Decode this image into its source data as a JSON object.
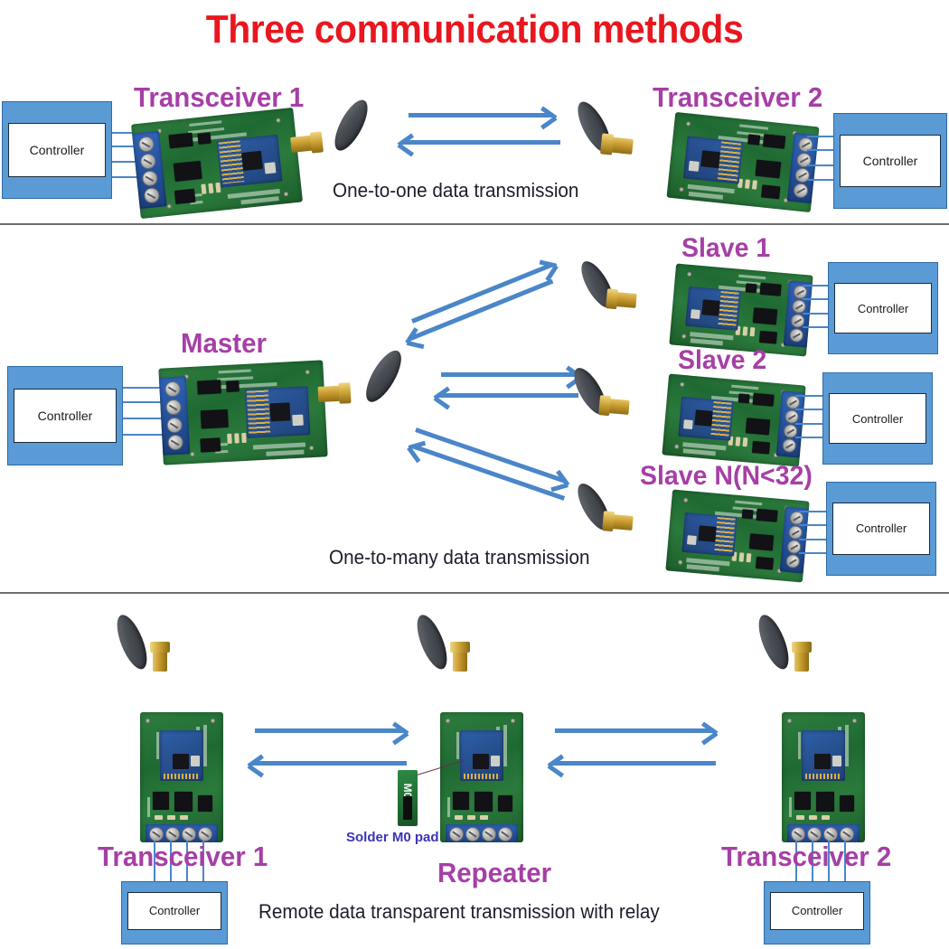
{
  "title": "Three communication methods",
  "colors": {
    "title_red": "#e8171f",
    "label_purple": "#a63fa6",
    "arrow_blue": "#4a86c8",
    "controller_blue": "#5b9bd5",
    "solder_label_blue": "#3b33b5",
    "caption_dark": "#1d1d2b",
    "divider_gray": "#6e6e6e"
  },
  "sections": [
    {
      "id": "one-to-one",
      "caption": "One-to-one data transmission",
      "nodes": [
        {
          "label": "Transceiver 1",
          "controller": "Controller"
        },
        {
          "label": "Transceiver 2",
          "controller": "Controller"
        }
      ]
    },
    {
      "id": "one-to-many",
      "caption": "One-to-many data transmission",
      "nodes": [
        {
          "label": "Master",
          "controller": "Controller"
        },
        {
          "label": "Slave 1",
          "controller": "Controller"
        },
        {
          "label": "Slave 2",
          "controller": "Controller"
        },
        {
          "label": "Slave N(N<32)",
          "controller": "Controller"
        }
      ]
    },
    {
      "id": "relay",
      "caption": "Remote data transparent transmission with relay",
      "annotation": "Solder M0 pad",
      "pad_text": "M0",
      "nodes": [
        {
          "label": "Transceiver 1",
          "controller": "Controller"
        },
        {
          "label": "Repeater",
          "controller": ""
        },
        {
          "label": "Transceiver 2",
          "controller": "Controller"
        }
      ]
    }
  ]
}
